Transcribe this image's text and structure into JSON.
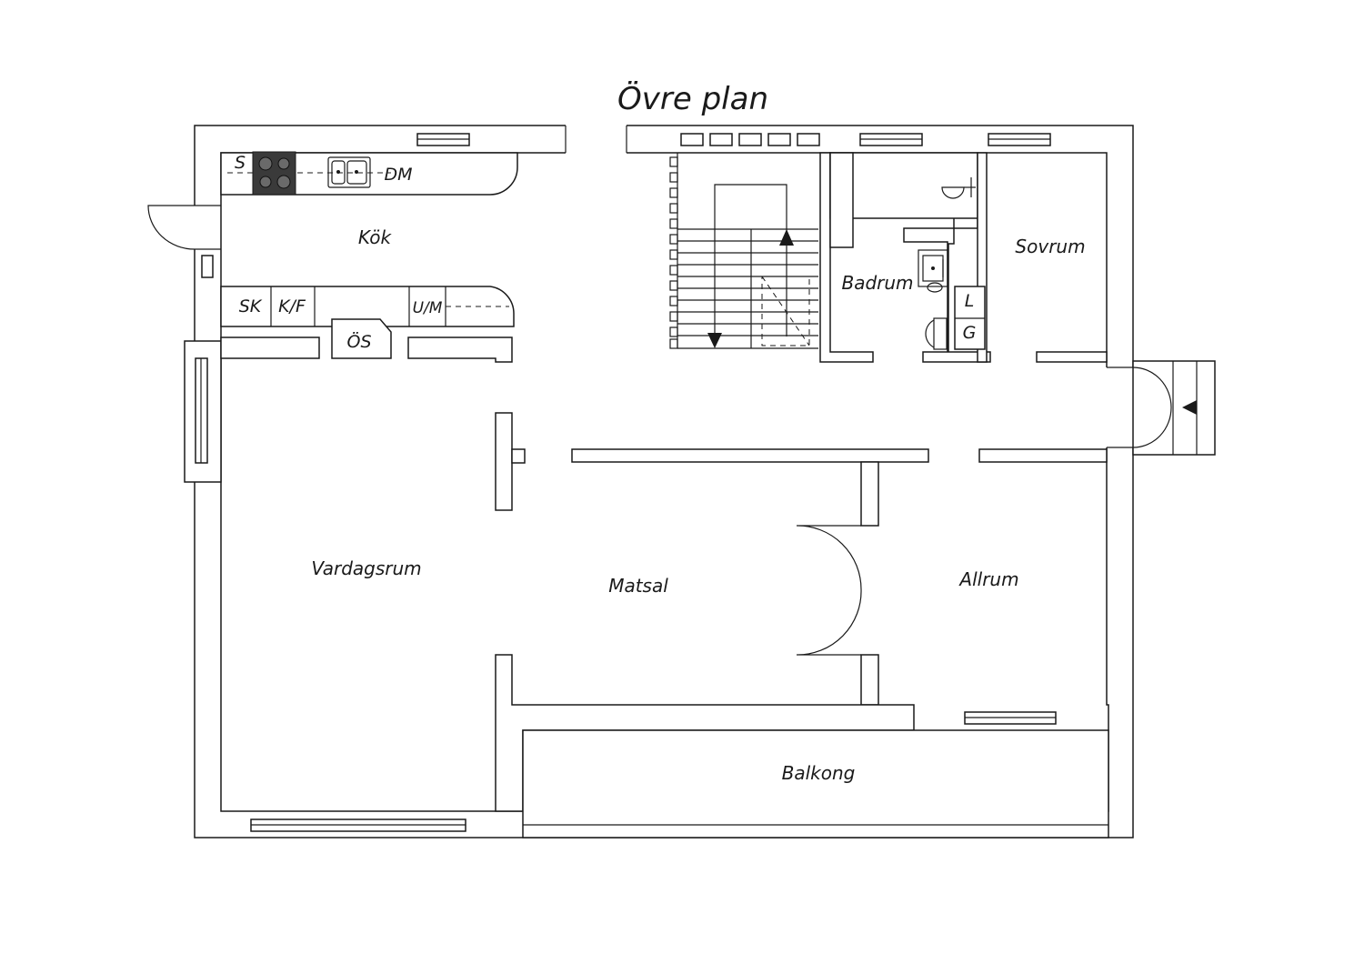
{
  "title": "Övre plan",
  "rooms": {
    "kok": "Kök",
    "badrum": "Badrum",
    "sovrum": "Sovrum",
    "vardagsrum": "Vardagsrum",
    "matsal": "Matsal",
    "allrum": "Allrum",
    "balkong": "Balkong"
  },
  "fixtures": {
    "s": "S",
    "dm": "DM",
    "sk": "SK",
    "kf": "K/F",
    "um": "U/M",
    "os": "ÖS",
    "l": "L",
    "g": "G"
  },
  "colors": {
    "line": "#1a1a1a",
    "background": "#ffffff",
    "stove": "#3a3a3a"
  }
}
